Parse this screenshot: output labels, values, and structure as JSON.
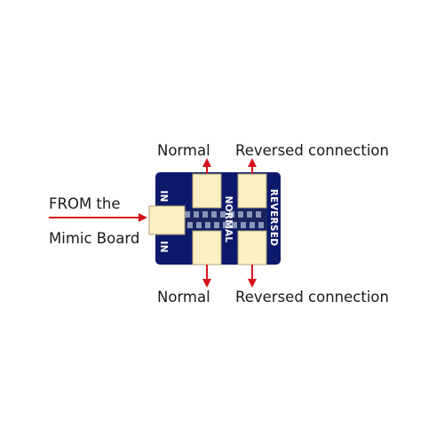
{
  "labels": {
    "top_normal": "Normal",
    "top_reversed": "Reversed connection",
    "bottom_normal": "Normal",
    "bottom_reversed": "Reversed connection",
    "from_line1": "FROM the",
    "from_line2": "Mimic Board"
  },
  "board": {
    "in_top": "IN",
    "in_bottom": "IN",
    "normal": "NORMAL",
    "reversed": "REVERSED"
  },
  "colors": {
    "board": "#0d1a6b",
    "pad_fill": "#fbefc4",
    "pad_stroke": "#b3a579",
    "arrow": "#d4141c",
    "stripe_light": "#8a96b8",
    "stripe_dark": "#1a2560"
  }
}
